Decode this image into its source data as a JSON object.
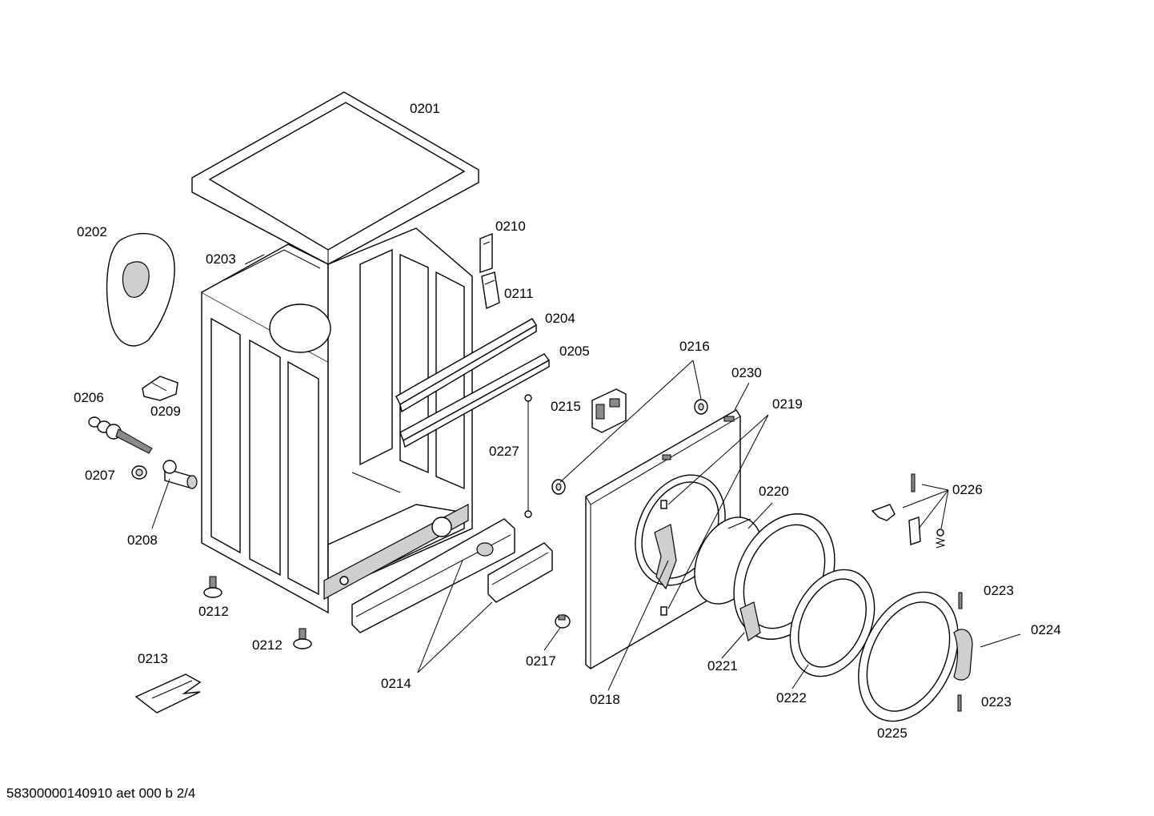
{
  "labels": {
    "p0201": "0201",
    "p0202": "0202",
    "p0203": "0203",
    "p0204": "0204",
    "p0205": "0205",
    "p0206": "0206",
    "p0207": "0207",
    "p0208": "0208",
    "p0209": "0209",
    "p0210": "0210",
    "p0211": "0211",
    "p0212a": "0212",
    "p0212b": "0212",
    "p0213": "0213",
    "p0214": "0214",
    "p0215": "0215",
    "p0216": "0216",
    "p0217": "0217",
    "p0218": "0218",
    "p0219": "0219",
    "p0220": "0220",
    "p0221": "0221",
    "p0222": "0222",
    "p0223a": "0223",
    "p0223b": "0223",
    "p0224": "0224",
    "p0225": "0225",
    "p0226": "0226",
    "p0227": "0227",
    "p0230": "0230"
  },
  "footer": "58300000140910 aet 000 b 2/4"
}
